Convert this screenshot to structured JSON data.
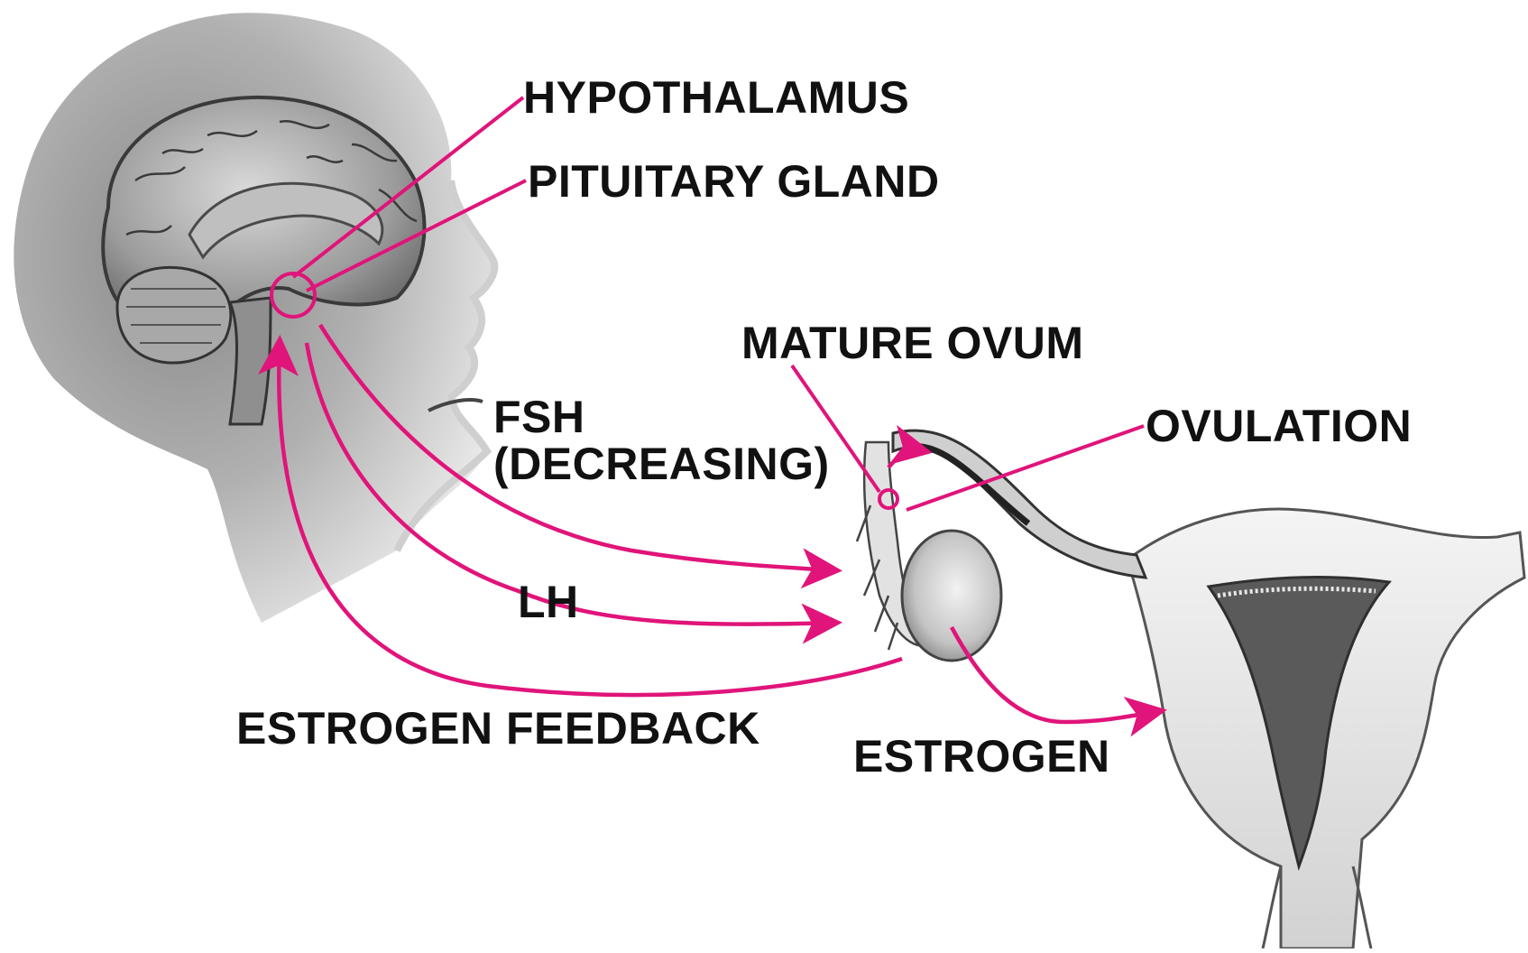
{
  "labels": {
    "hypothalamus": "HYPOTHALAMUS",
    "pituitary": "PITUITARY GLAND",
    "mature_ovum": "MATURE OVUM",
    "ovulation": "OVULATION",
    "fsh_line1": "FSH",
    "fsh_line2": "(DECREASING)",
    "lh": "LH",
    "estrogen_feedback": "ESTROGEN FEEDBACK",
    "estrogen": "ESTROGEN"
  },
  "colors": {
    "arrow": "#e0147a",
    "text": "#111111",
    "shade_dark": "#5a5a5a",
    "shade_mid": "#9a9a9a",
    "shade_light": "#dcdcdc"
  }
}
